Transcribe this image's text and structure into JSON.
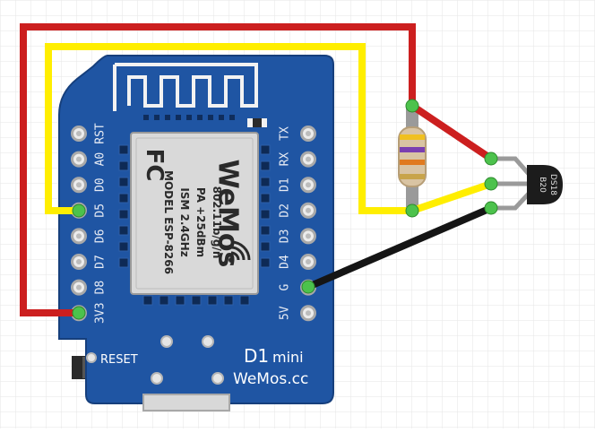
{
  "diagram": {
    "board": {
      "name_main": "D1",
      "name_sub": "mini",
      "website": "WeMos.cc",
      "reset_label": "RESET",
      "left_pins": [
        "RST",
        "A0",
        "D0",
        "D5",
        "D6",
        "D7",
        "D8",
        "3V3"
      ],
      "right_pins": [
        "TX",
        "RX",
        "D1",
        "D2",
        "D3",
        "D4",
        "G",
        "5V"
      ],
      "colors": {
        "pcb": "#1f55a3",
        "pcb_edge": "#163f7c"
      }
    },
    "module": {
      "brand": "WeMos",
      "fc_mark": "FC",
      "lines": [
        "MODEL ESP-8266",
        "ISM 2.4GHz",
        "PA +25dBm",
        "802.11b/g/n"
      ]
    },
    "sensor": {
      "label_line1": "DS18",
      "label_line2": "B20"
    },
    "resistor": {
      "bands": [
        "#f0c020",
        "#7a3fb0",
        "#e07a1f",
        "#c8a44a"
      ]
    },
    "wires": {
      "red": "#cc1f1f",
      "yellow": "#ffee00",
      "black": "#151515",
      "connections": [
        {
          "color": "red",
          "from": "3V3",
          "to": "sensor VDD"
        },
        {
          "color": "yellow",
          "from": "D5",
          "to": "sensor DQ"
        },
        {
          "color": "black",
          "from": "G",
          "to": "sensor GND"
        }
      ]
    }
  }
}
